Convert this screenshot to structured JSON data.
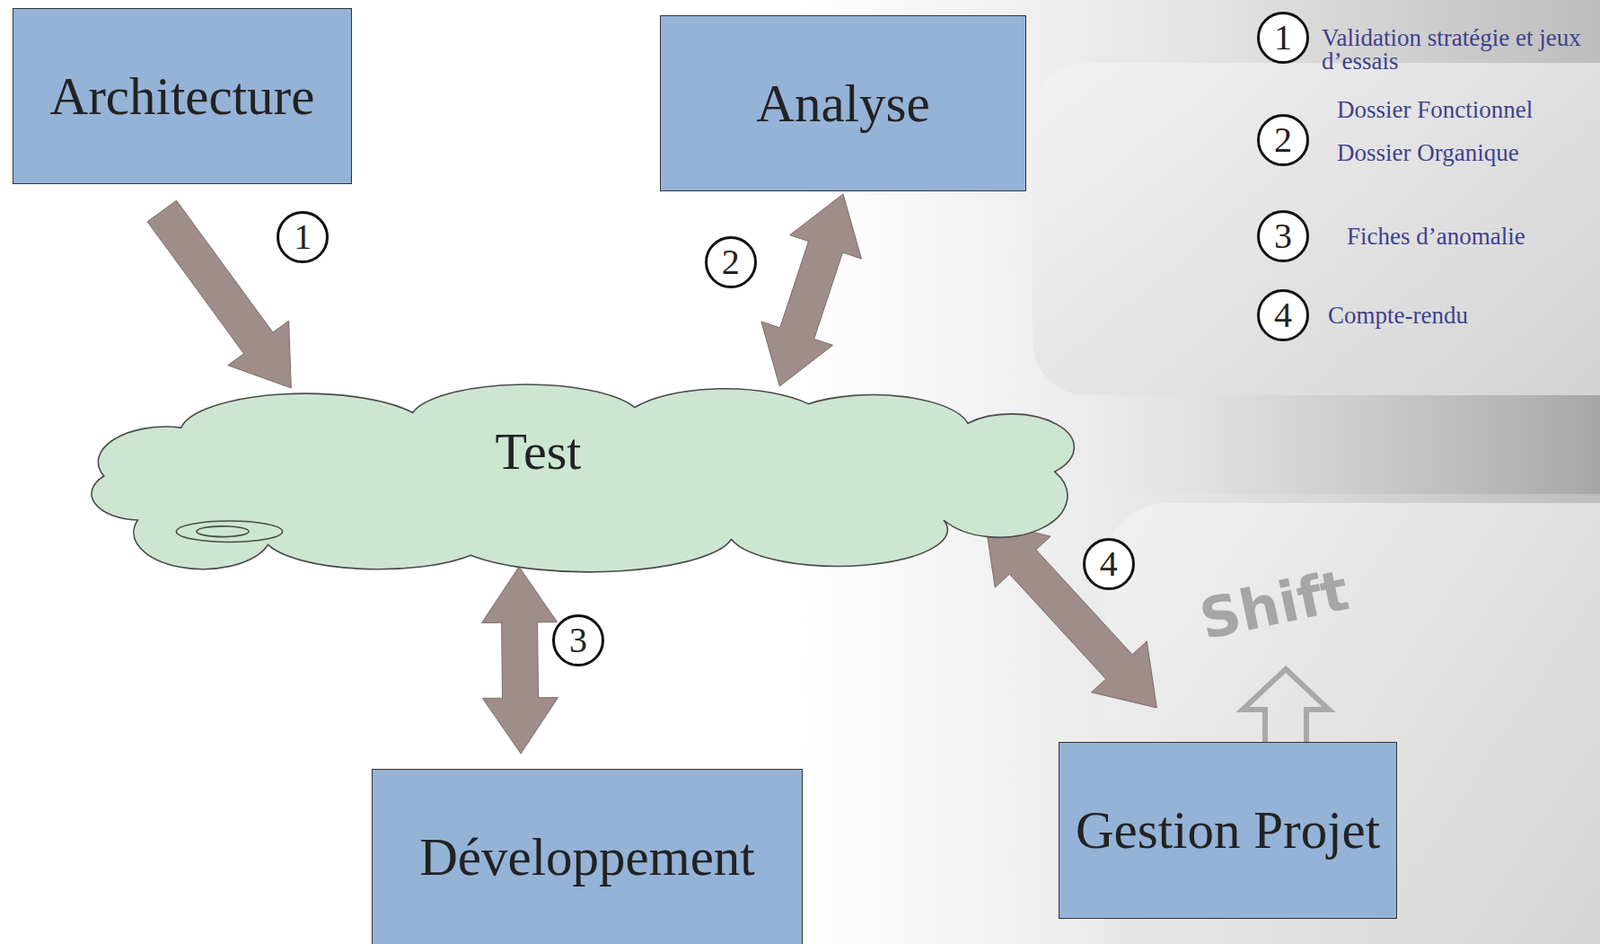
{
  "diagram": {
    "nodes": [
      {
        "text": [
          "Architecture"
        ]
      },
      {
        "text": [
          "Analyse"
        ]
      },
      {
        "text": [
          "Test"
        ]
      },
      {
        "text": [
          "Développement"
        ]
      },
      {
        "text": [
          "Gestion Projet"
        ]
      }
    ],
    "edges": [
      {
        "from": 0,
        "to": 2,
        "arrow": "to",
        "label": "1"
      },
      {
        "from": 1,
        "to": 2,
        "arrow": "both",
        "label": "2"
      },
      {
        "from": 2,
        "to": 3,
        "arrow": "both",
        "label": "3"
      },
      {
        "from": 2,
        "to": 4,
        "arrow": "both",
        "label": "4"
      }
    ],
    "labels": [
      "1",
      "2",
      "3",
      "4",
      "Shift"
    ],
    "legend": [
      {
        "text": "Validation stratégie et jeux d’essais"
      },
      {
        "text": "Dossier Fonctionnel"
      },
      {
        "text": "Dossier Organique"
      },
      {
        "text": "Fiches d’anomalie"
      },
      {
        "text": "Compte-rendu"
      }
    ]
  }
}
